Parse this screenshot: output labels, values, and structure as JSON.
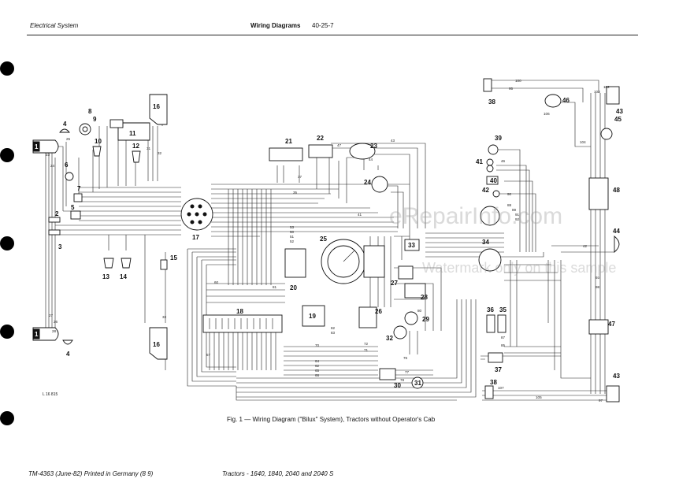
{
  "header": {
    "section": "Electrical System",
    "title": "Wiring Diagrams",
    "page": "40-25-7"
  },
  "caption": "Fig. 1 — Wiring Diagram (\"Bilux\" System), Tractors without Operator's Cab",
  "figure_ref": "L 16 815",
  "footer": {
    "manual": "TM-4363 (June-82) Printed in Germany (8 9)",
    "models": "Tractors - 1640, 1840, 2040 and 2040 S"
  },
  "watermark": {
    "main": "eRepairInfo.com",
    "sub": "Watermark only on this sample"
  },
  "components": {
    "c1a": "1",
    "c1b": "1",
    "c2": "2",
    "c3": "3",
    "c4a": "4",
    "c4b": "4",
    "c5": "5",
    "c6": "6",
    "c7": "7",
    "c8": "8",
    "c9": "9",
    "c10": "10",
    "c11": "11",
    "c12": "12",
    "c13": "13",
    "c14": "14",
    "c15": "15",
    "c16a": "16",
    "c16b": "16",
    "c17": "17",
    "c18": "18",
    "c19": "19",
    "c20": "20",
    "c21": "21",
    "c22": "22",
    "c23": "23",
    "c24": "24",
    "c25": "25",
    "c26": "26",
    "c27": "27",
    "c28": "28",
    "c29": "29",
    "c30": "30",
    "c31": "31",
    "c32": "32",
    "c33": "33",
    "c34": "34",
    "c35": "35",
    "c36": "36",
    "c37": "37",
    "c38a": "38",
    "c38b": "38",
    "c39": "39",
    "c40": "40",
    "c41": "41",
    "c42": "42",
    "c43a": "43",
    "c43b": "43",
    "c44": "44",
    "c45": "45",
    "c46": "46",
    "c47": "47",
    "c48": "48"
  },
  "wire_labels": {
    "w100": "100",
    "w95": "95",
    "w104": "104",
    "w102": "102",
    "w103": "103",
    "w23": "23",
    "w24": "24",
    "w25": "25",
    "w26": "26",
    "w27": "27",
    "w28": "28",
    "w31": "31",
    "w32": "32",
    "w33": "33",
    "w35": "35",
    "w37": "37",
    "w41": "41",
    "w42": "42",
    "w43": "43",
    "w44": "44",
    "w46": "46",
    "w47": "47",
    "w50": "50",
    "w51": "51",
    "w52": "52",
    "w53": "53",
    "w57": "57",
    "w60": "60",
    "w62": "62",
    "w64": "64",
    "w65": "65",
    "w66": "66",
    "w70": "70",
    "w71": "71",
    "w72": "72",
    "w76": "76",
    "w77": "77",
    "w78": "78",
    "w80": "80",
    "w81": "81",
    "w82": "82",
    "w83": "83",
    "w85": "85",
    "w87": "87",
    "w88": "88",
    "w89": "89",
    "w90": "90",
    "w91": "91",
    "w92": "92",
    "w93": "93",
    "w97": "97",
    "w98": "98",
    "w105": "105",
    "w106": "106",
    "w107": "107"
  }
}
